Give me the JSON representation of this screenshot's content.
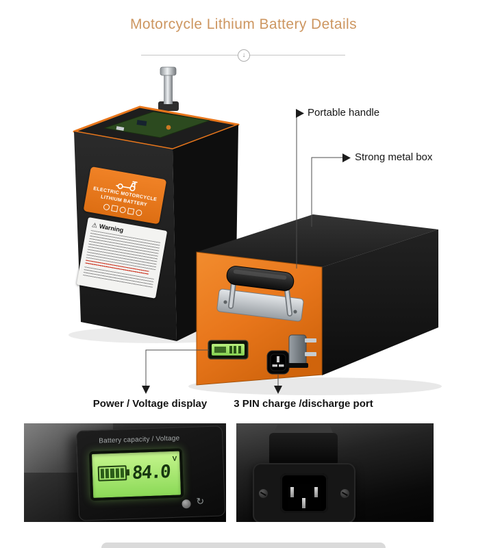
{
  "page": {
    "title": "Motorcycle Lithium Battery Details"
  },
  "callouts": {
    "portable_handle": "Portable handle",
    "strong_metal_box": "Strong metal box",
    "power_voltage_display": "Power / Voltage display",
    "charge_port": "3 PIN charge /discharge port"
  },
  "upright_battery": {
    "brand_label": {
      "line1": "ELECTRIC MOTORCYCLE",
      "line2": "LITHIUM BATTERY"
    },
    "warning_label": {
      "title": "Warning"
    }
  },
  "display_closeup": {
    "panel_label": "Battery capacity / Voltage",
    "voltage_value": "84.0",
    "voltage_unit": "V"
  },
  "icons": {
    "scroll_down": "↓",
    "warning_triangle": "⚠",
    "refresh": "↻"
  },
  "colors": {
    "title_accent": "#cd9660",
    "battery_orange": "#e8761b",
    "lcd_green": "#9be36a"
  }
}
